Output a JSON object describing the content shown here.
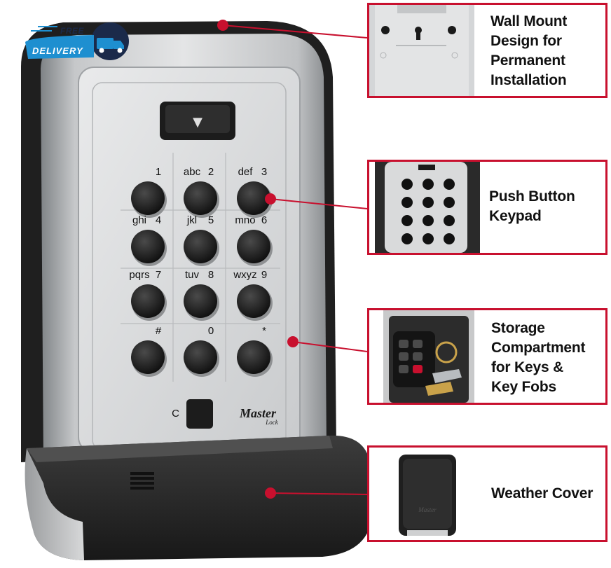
{
  "badge": {
    "line1": "FREE",
    "line2": "DELIVERY"
  },
  "product": {
    "brand_line1": "Master",
    "brand_line2": "Lock",
    "clear_key": "C",
    "arrow_symbol": "▼"
  },
  "keypad": {
    "keys": [
      {
        "letters": "",
        "digit": "1"
      },
      {
        "letters": "abc",
        "digit": "2"
      },
      {
        "letters": "def",
        "digit": "3"
      },
      {
        "letters": "ghi",
        "digit": "4"
      },
      {
        "letters": "jkl",
        "digit": "5"
      },
      {
        "letters": "mno",
        "digit": "6"
      },
      {
        "letters": "pqrs",
        "digit": "7"
      },
      {
        "letters": "tuv",
        "digit": "8"
      },
      {
        "letters": "wxyz",
        "digit": "9"
      },
      {
        "letters": "",
        "digit": "#"
      },
      {
        "letters": "",
        "digit": "0"
      },
      {
        "letters": "",
        "digit": "*"
      }
    ]
  },
  "callouts": [
    {
      "label": "Wall Mount\nDesign for\nPermanent\nInstallation",
      "thumb": "wall-mount-back"
    },
    {
      "label": "Push Button\nKeypad",
      "thumb": "keypad-closeup"
    },
    {
      "label": "Storage\nCompartment\nfor Keys &\nKey Fobs",
      "thumb": "keys-inside"
    },
    {
      "label": "Weather Cover",
      "thumb": "closed-cover"
    }
  ],
  "colors": {
    "accent": "#c8102e",
    "badge_blue": "#1e8fd0",
    "badge_navy": "#1b2a4a",
    "body_silver": "#c9cbcd",
    "cover_black": "#2a2a2a"
  }
}
